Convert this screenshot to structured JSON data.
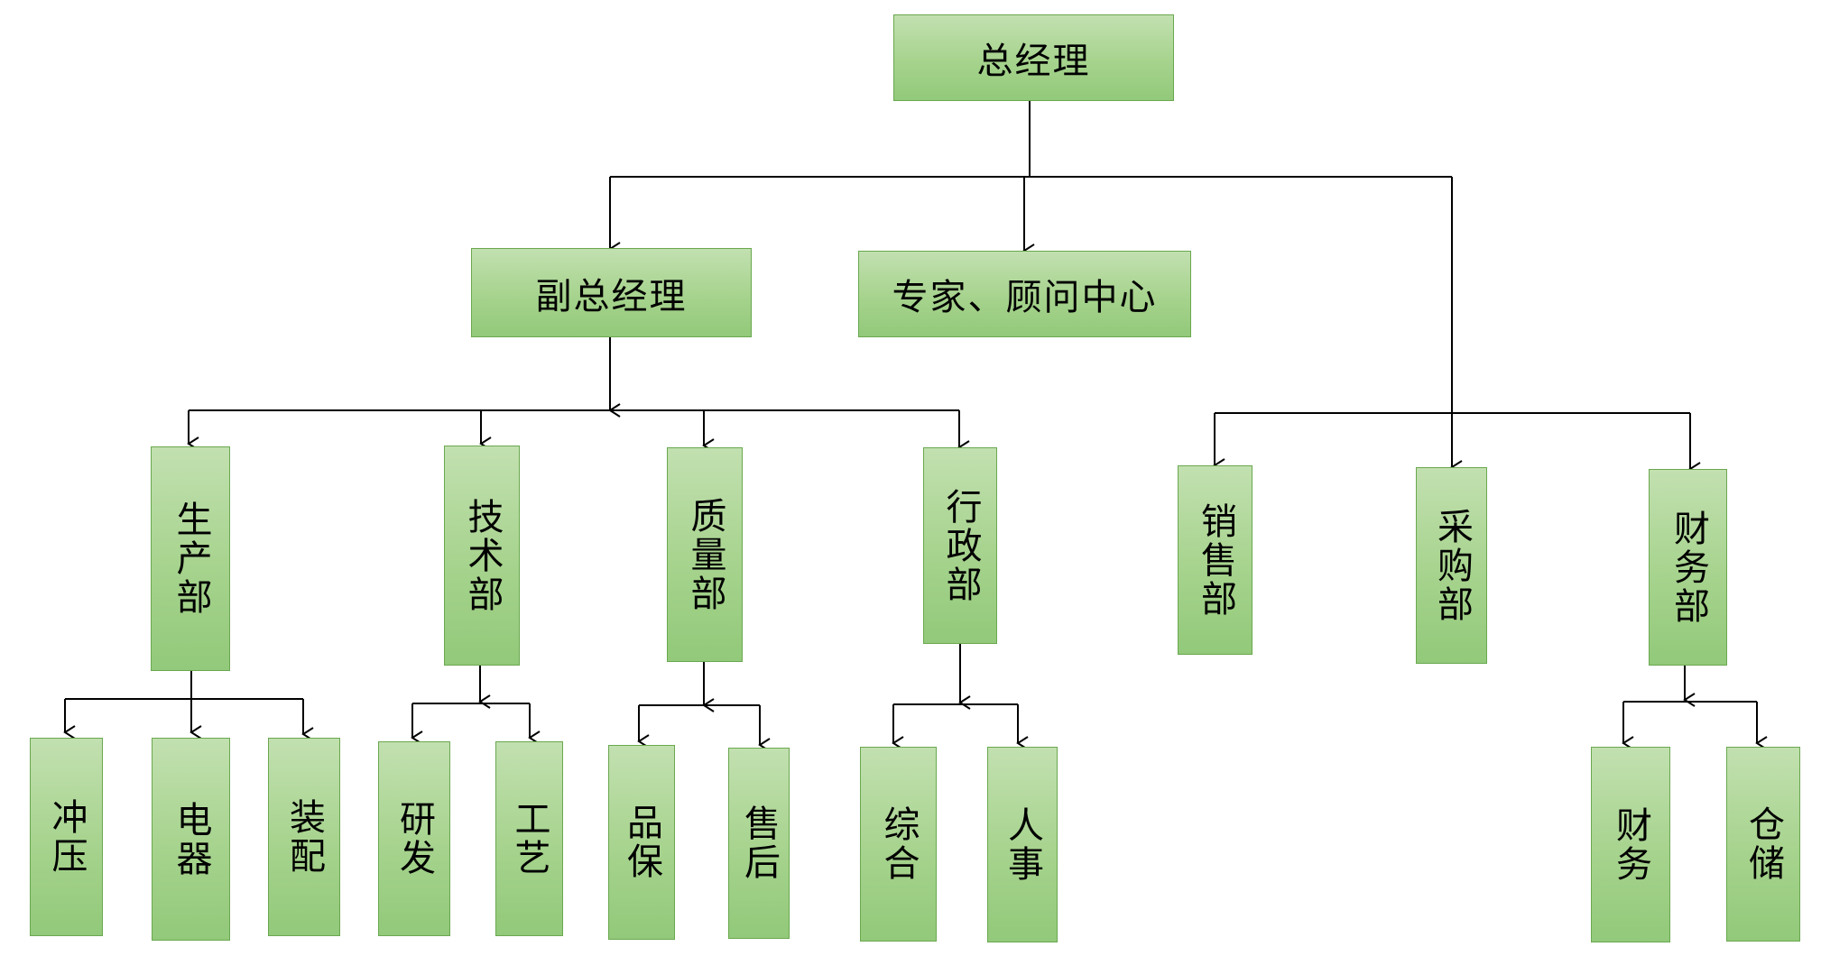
{
  "nodes": {
    "gm": "总经理",
    "dgm": "副总经理",
    "expert": "专家、顾问中心",
    "production": "生产部",
    "tech": "技术部",
    "quality": "质量部",
    "admin": "行政部",
    "sales": "销售部",
    "purchase": "采购部",
    "finance": "财务部",
    "stamping": "冲压",
    "electric": "电器",
    "assembly": "装配",
    "rnd": "研发",
    "process": "工艺",
    "qa": "品保",
    "aftersales": "售后",
    "general": "综合",
    "hr": "人事",
    "finance_sub": "财务",
    "warehouse": "仓储"
  },
  "colors": {
    "box_fill": "#a6d38d",
    "box_border": "#6aa84f",
    "line": "#000000"
  }
}
